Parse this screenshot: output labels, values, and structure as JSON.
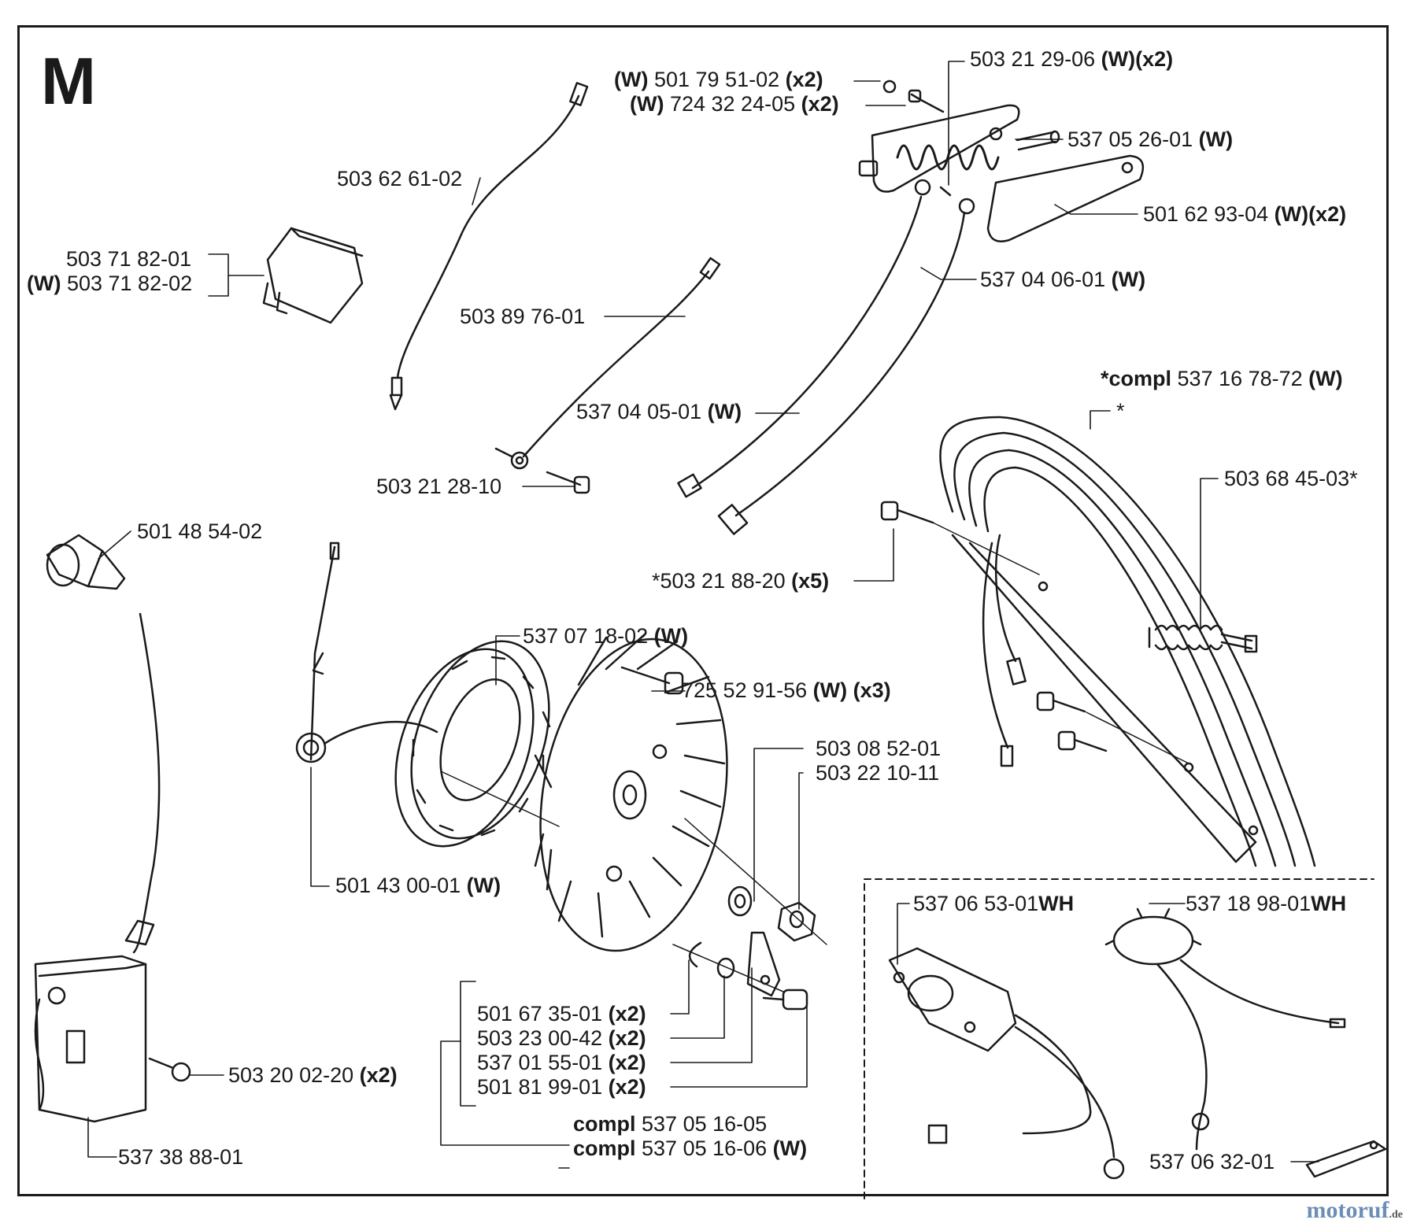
{
  "section_letter": "M",
  "watermark": {
    "main": "motoruf",
    "suffix": ".de",
    "color": "#6d8fb6"
  },
  "labels": [
    {
      "id": "p1",
      "pre": "",
      "text": "503 21 29-06 ",
      "suf": "(W)(x2)"
    },
    {
      "id": "p2",
      "pre": "(W) ",
      "text": "501 79 51-02 ",
      "suf": "(x2)"
    },
    {
      "id": "p3",
      "pre": "(W) ",
      "text": "724 32 24-05 ",
      "suf": "(x2)"
    },
    {
      "id": "p4",
      "pre": "",
      "text": "537 05 26-01 ",
      "suf": "(W)"
    },
    {
      "id": "p5",
      "pre": "",
      "text": "501 62 93-04 ",
      "suf": "(W)(x2)"
    },
    {
      "id": "p6",
      "pre": "",
      "text": "537 04 06-01 ",
      "suf": "(W)"
    },
    {
      "id": "p7",
      "pre": "",
      "text": "503 62 61-02",
      "suf": ""
    },
    {
      "id": "p8",
      "pre": "",
      "text": "503 71 82-01",
      "suf": ""
    },
    {
      "id": "p9",
      "pre": "(W) ",
      "text": "503 71 82-02",
      "suf": ""
    },
    {
      "id": "p10",
      "pre": "",
      "text": "503 89 76-01",
      "suf": ""
    },
    {
      "id": "p11",
      "pre": "",
      "text": "537 04 05-01 ",
      "suf": "(W)"
    },
    {
      "id": "p12",
      "pre": "*compl ",
      "text": "537 16 78-72 ",
      "suf": "(W)"
    },
    {
      "id": "p13",
      "pre": "",
      "text": "*",
      "suf": ""
    },
    {
      "id": "p14",
      "pre": "",
      "text": "503 68 45-03*",
      "suf": ""
    },
    {
      "id": "p15",
      "pre": "",
      "text": "503 21 28-10",
      "suf": ""
    },
    {
      "id": "p16",
      "pre": "",
      "text": "501 48 54-02",
      "suf": ""
    },
    {
      "id": "p17",
      "pre": "",
      "text": "*503 21 88-20 ",
      "suf": "(x5)"
    },
    {
      "id": "p18",
      "pre": "",
      "text": "537 07 18-02 ",
      "suf": "(W)"
    },
    {
      "id": "p19",
      "pre": "",
      "text": "725 52 91-56 ",
      "suf": "(W) (x3)"
    },
    {
      "id": "p20",
      "pre": "",
      "text": "503 08 52-01",
      "suf": ""
    },
    {
      "id": "p21",
      "pre": "",
      "text": "503 22 10-11",
      "suf": ""
    },
    {
      "id": "p22",
      "pre": "",
      "text": "501 43 00-01 ",
      "suf": "(W)"
    },
    {
      "id": "p23",
      "pre": "",
      "text": "537 06 53-01",
      "suf": "WH"
    },
    {
      "id": "p24",
      "pre": "",
      "text": "537 18 98-01",
      "suf": "WH"
    },
    {
      "id": "p25",
      "pre": "",
      "text": "501 67 35-01 ",
      "suf": "(x2)"
    },
    {
      "id": "p26",
      "pre": "",
      "text": "503 23 00-42 ",
      "suf": "(x2)"
    },
    {
      "id": "p27",
      "pre": "",
      "text": "537 01 55-01 ",
      "suf": "(x2)"
    },
    {
      "id": "p28",
      "pre": "",
      "text": "501 81 99-01 ",
      "suf": "(x2)"
    },
    {
      "id": "p29",
      "pre": "",
      "text": "503 20 02-20 ",
      "suf": "(x2)"
    },
    {
      "id": "p30",
      "pre": "compl ",
      "text": "537 05 16-05",
      "suf": ""
    },
    {
      "id": "p31",
      "pre": "compl ",
      "text": "537 05 16-06 ",
      "suf": "(W)"
    },
    {
      "id": "p32",
      "pre": "",
      "text": "537 38 88-01",
      "suf": ""
    },
    {
      "id": "p33",
      "pre": "",
      "text": "537 06 32-01",
      "suf": ""
    }
  ]
}
